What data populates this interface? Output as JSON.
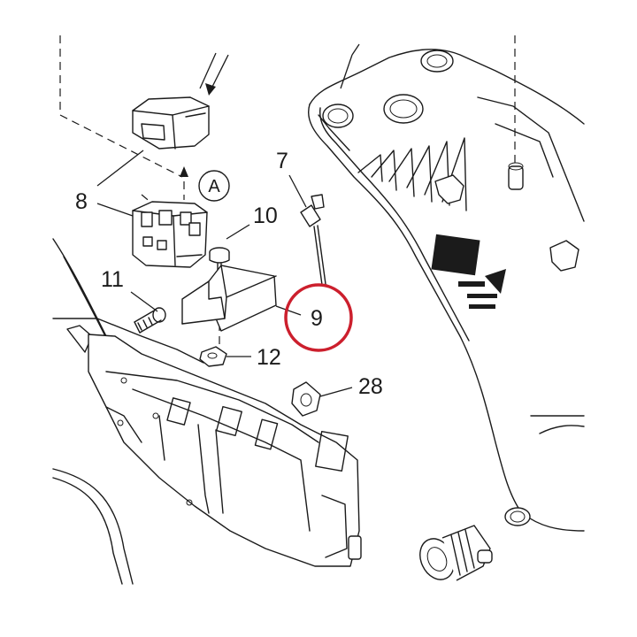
{
  "diagram": {
    "callouts": [
      {
        "label": "8"
      },
      {
        "label": "A"
      },
      {
        "label": "10"
      },
      {
        "label": "7"
      },
      {
        "label": "11"
      },
      {
        "label": "9"
      },
      {
        "label": "12"
      },
      {
        "label": "28"
      }
    ],
    "highlight_color": "#cc1f2d",
    "line_color": "#1b1b1b"
  }
}
